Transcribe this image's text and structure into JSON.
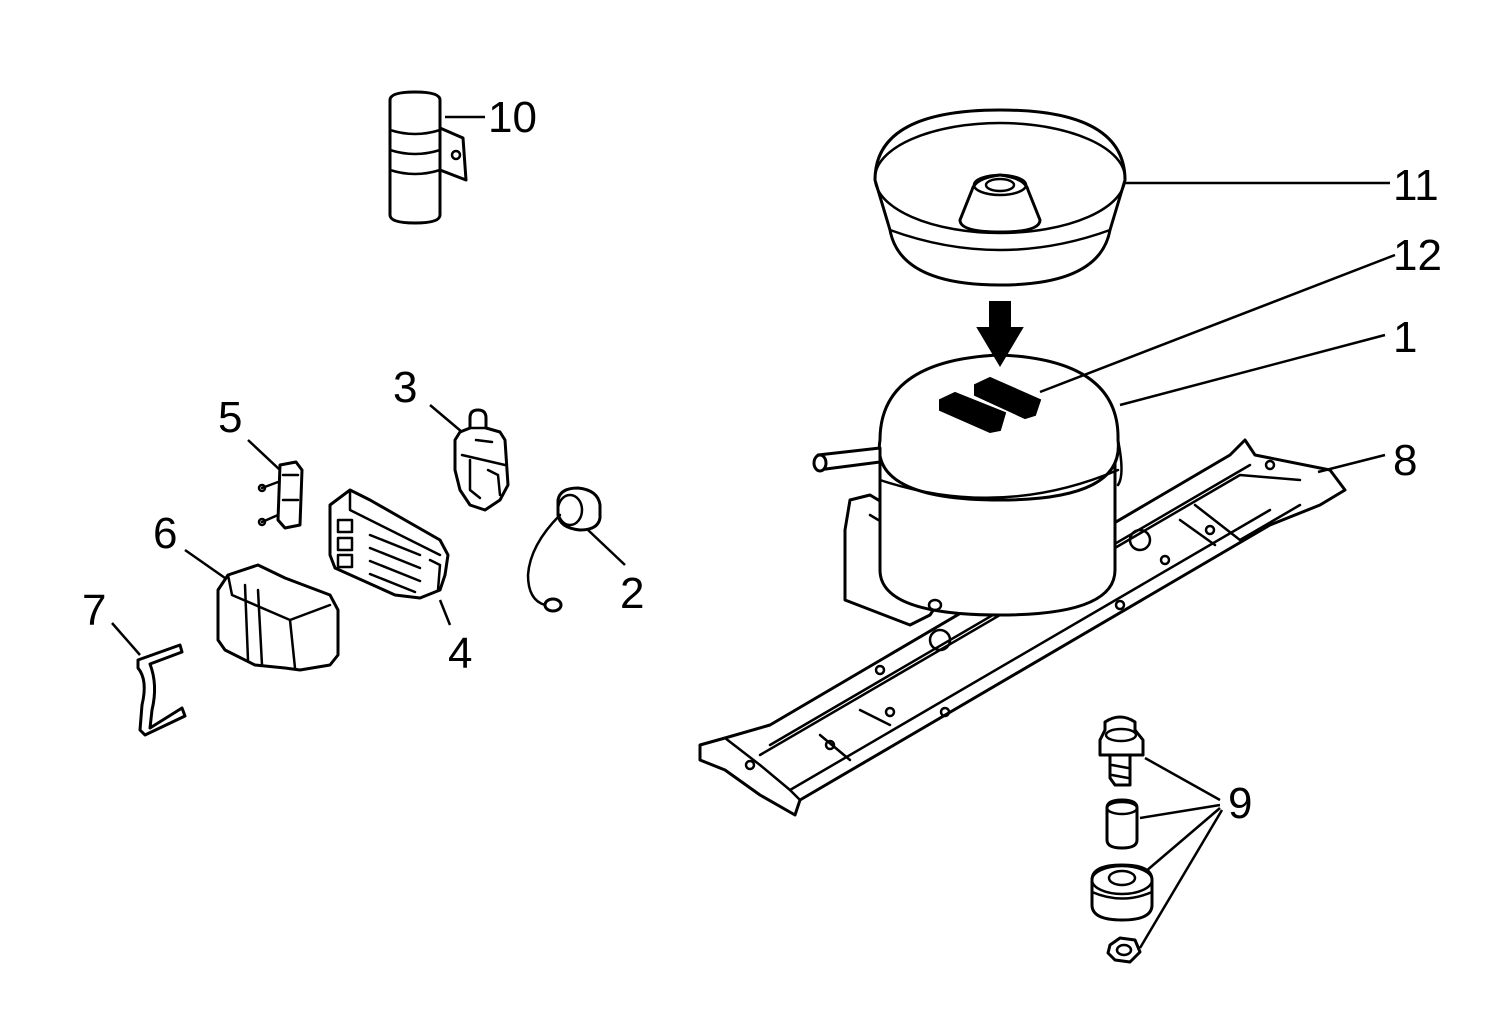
{
  "diagram": {
    "colors": {
      "line": "#000000",
      "background": "#ffffff"
    },
    "callouts": {
      "c1": "1",
      "c2": "2",
      "c3": "3",
      "c4": "4",
      "c5": "5",
      "c6": "6",
      "c7": "7",
      "c8": "8",
      "c9": "9",
      "c10": "10",
      "c11": "11",
      "c12": "12"
    }
  }
}
